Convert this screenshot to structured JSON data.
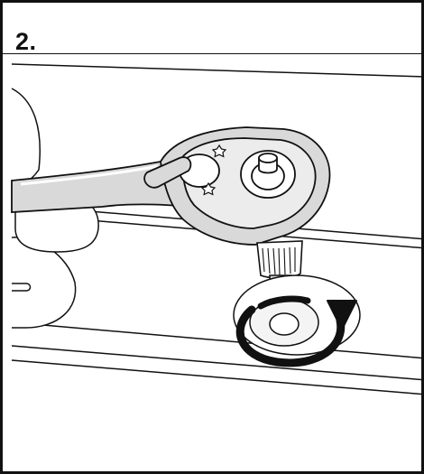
{
  "step": {
    "number": "2."
  },
  "colors": {
    "line": "#111111",
    "background": "#ffffff",
    "tool_shadow": "#d9d9d9",
    "arrow": "#111111"
  },
  "illustration": {
    "tool": "ratchet-wrench",
    "bit": "torx-bit",
    "fastener": "screw",
    "arrow_direction": "clockwise"
  }
}
